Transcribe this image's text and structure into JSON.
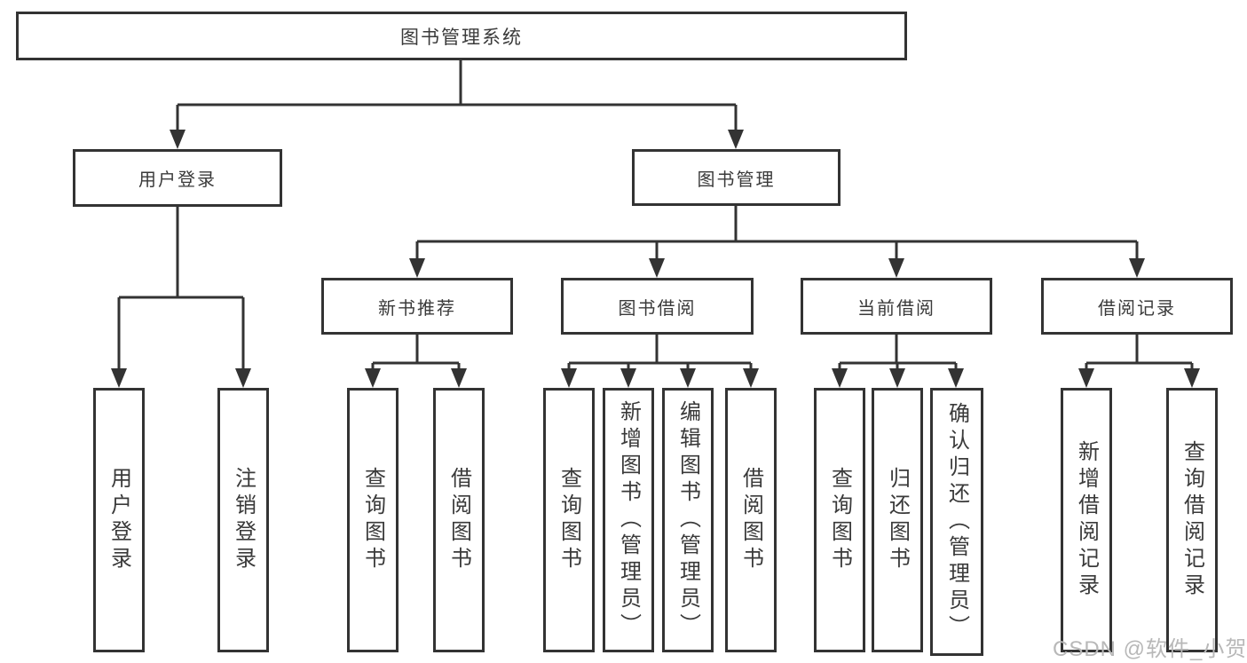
{
  "tree": {
    "root": {
      "label": "图书管理系统",
      "children": [
        {
          "label": "用户登录",
          "children": [
            {
              "label": "用户登录"
            },
            {
              "label": "注销登录"
            }
          ]
        },
        {
          "label": "图书管理",
          "children": [
            {
              "label": "新书推荐",
              "children": [
                {
                  "label": "查询图书"
                },
                {
                  "label": "借阅图书"
                }
              ]
            },
            {
              "label": "图书借阅",
              "children": [
                {
                  "label": "查询图书"
                },
                {
                  "label": "新增图书（管理员）"
                },
                {
                  "label": "编辑图书（管理员）"
                },
                {
                  "label": "借阅图书"
                }
              ]
            },
            {
              "label": "当前借阅",
              "children": [
                {
                  "label": "查询图书"
                },
                {
                  "label": "归还图书"
                },
                {
                  "label": "确认归还（管理员）"
                }
              ]
            },
            {
              "label": "借阅记录",
              "children": [
                {
                  "label": "新增借阅记录"
                },
                {
                  "label": "查询借阅记录"
                }
              ]
            }
          ]
        }
      ]
    }
  },
  "watermark": {
    "text": "CSDN @软件_小贺同学"
  },
  "colors": {
    "line": "#333333",
    "text": "#3a3a3a",
    "background": "#ffffff",
    "watermark": "#b8b8b8"
  }
}
